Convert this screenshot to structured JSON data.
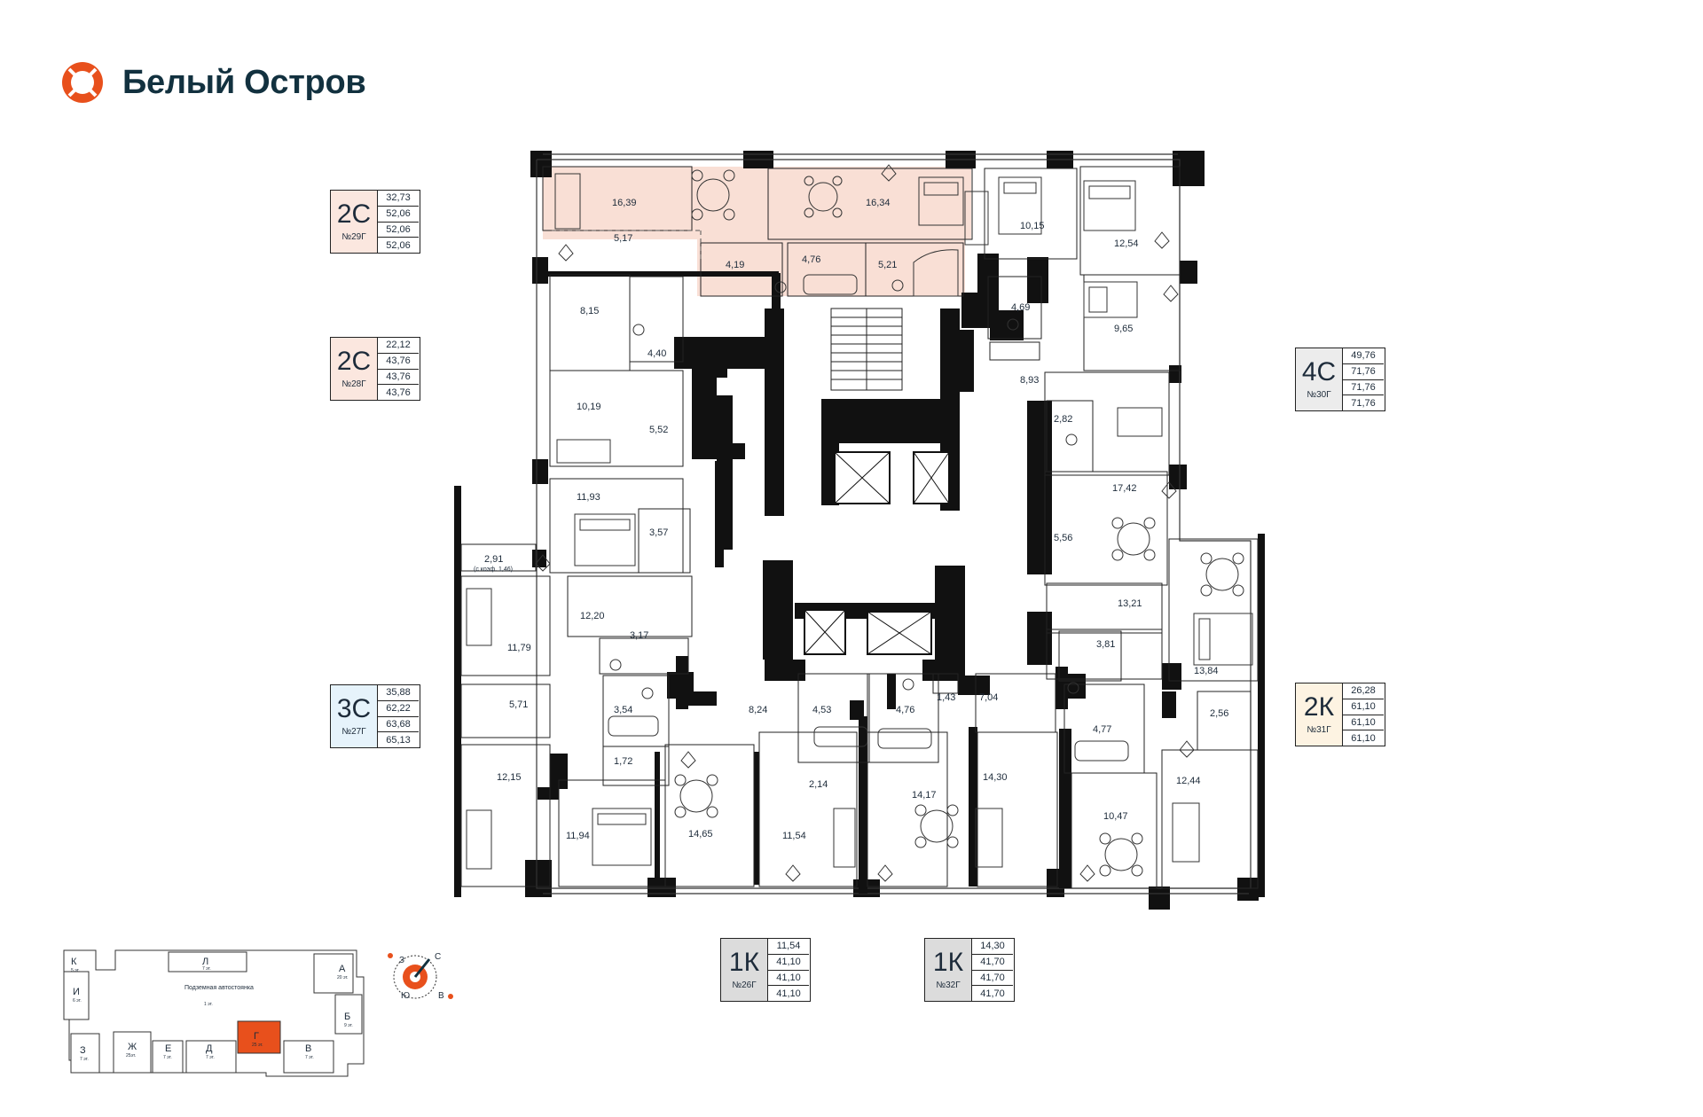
{
  "brand": {
    "name": "Белый Остров"
  },
  "colors": {
    "accent": "#e8501c",
    "highlight_apartment": "#f9dfd5",
    "legend_2c": "#fbe7df",
    "legend_3c": "#e6f3fb",
    "legend_4c": "#ececec",
    "legend_2k": "#fdf3e2",
    "legend_1k": "#dcdcdc",
    "wall": "#111111",
    "partition": "#1a1a1a"
  },
  "apartments": [
    {
      "id": "29",
      "type": "2С",
      "number": "№29Г",
      "values": [
        "32,73",
        "52,06",
        "52,06",
        "52,06"
      ]
    },
    {
      "id": "28",
      "type": "2С",
      "number": "№28Г",
      "values": [
        "22,12",
        "43,76",
        "43,76",
        "43,76"
      ]
    },
    {
      "id": "27",
      "type": "3С",
      "number": "№27Г",
      "values": [
        "35,88",
        "62,22",
        "63,68",
        "65,13"
      ]
    },
    {
      "id": "30",
      "type": "4С",
      "number": "№30Г",
      "values": [
        "49,76",
        "71,76",
        "71,76",
        "71,76"
      ]
    },
    {
      "id": "31",
      "type": "2К",
      "number": "№31Г",
      "values": [
        "26,28",
        "61,10",
        "61,10",
        "61,10"
      ]
    },
    {
      "id": "26",
      "type": "1К",
      "number": "№26Г",
      "values": [
        "11,54",
        "41,10",
        "41,10",
        "41,10"
      ]
    },
    {
      "id": "32",
      "type": "1К",
      "number": "№32Г",
      "values": [
        "14,30",
        "41,70",
        "41,70",
        "41,70"
      ]
    }
  ],
  "room_areas": [
    "16,39",
    "16,34",
    "5,17",
    "4,19",
    "4,76",
    "5,21",
    "10,15",
    "12,54",
    "4,69",
    "9,65",
    "8,15",
    "4,40",
    "10,19",
    "5,52",
    "8,93",
    "2,82",
    "17,42",
    "11,93",
    "3,57",
    "5,56",
    "2,91",
    "12,20",
    "13,21",
    "3,17",
    "11,79",
    "3,81",
    "13,84",
    "5,71",
    "3,54",
    "8,24",
    "4,53",
    "4,76",
    "1,43",
    "7,04",
    "4,77",
    "2,56",
    "1,72",
    "12,15",
    "2,14",
    "14,65",
    "14,17",
    "14,30",
    "12,44",
    "10,47",
    "11,94",
    "11,54"
  ],
  "room_note": "(с коэф. 1,46)",
  "minimap": {
    "sections": [
      "К",
      "Л",
      "А",
      "И",
      "Б",
      "З",
      "Ж",
      "Е",
      "Д",
      "Г",
      "В"
    ],
    "sub": [
      "5 эт.",
      "7 эт.",
      "20 эт.",
      "6 эт.",
      "9 эт.",
      "7 эт.",
      "25эт.",
      "7 эт.",
      "7 эт.",
      "25 эт.",
      "7 эт."
    ],
    "parking_title": "Подземная автостоянка",
    "parking_sub": "1 эт."
  },
  "compass": {
    "labels": [
      "З",
      "С",
      "Ю",
      "В"
    ]
  }
}
